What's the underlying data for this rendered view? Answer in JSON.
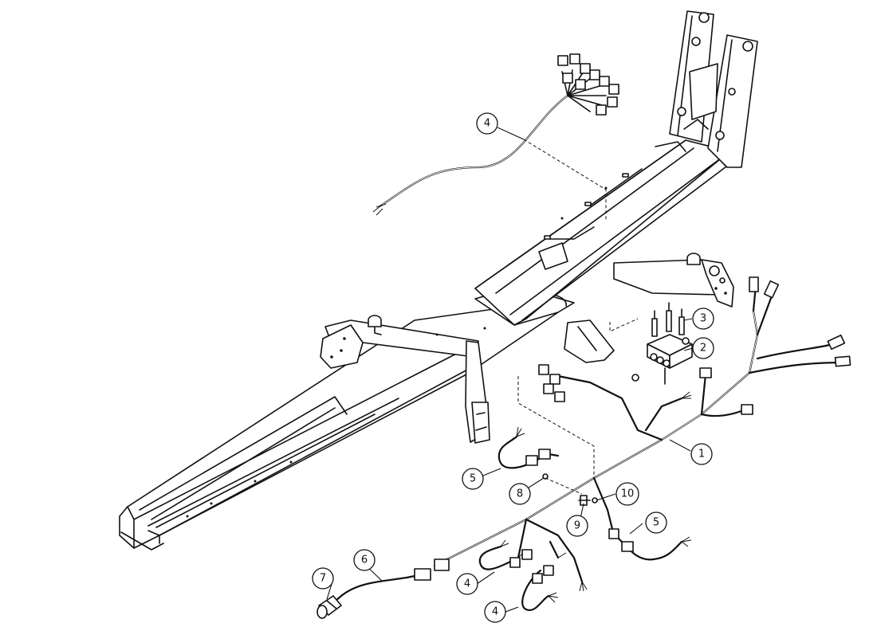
{
  "callouts": [
    {
      "id": "callout-1",
      "label": "1"
    },
    {
      "id": "callout-2",
      "label": "2"
    },
    {
      "id": "callout-3",
      "label": "3"
    },
    {
      "id": "callout-4-top",
      "label": "4"
    },
    {
      "id": "callout-4-mid",
      "label": "4"
    },
    {
      "id": "callout-4-bottom",
      "label": "4"
    },
    {
      "id": "callout-5-left",
      "label": "5"
    },
    {
      "id": "callout-5-right",
      "label": "5"
    },
    {
      "id": "callout-6",
      "label": "6"
    },
    {
      "id": "callout-7",
      "label": "7"
    },
    {
      "id": "callout-8",
      "label": "8"
    },
    {
      "id": "callout-9",
      "label": "9"
    },
    {
      "id": "callout-10",
      "label": "10"
    }
  ]
}
